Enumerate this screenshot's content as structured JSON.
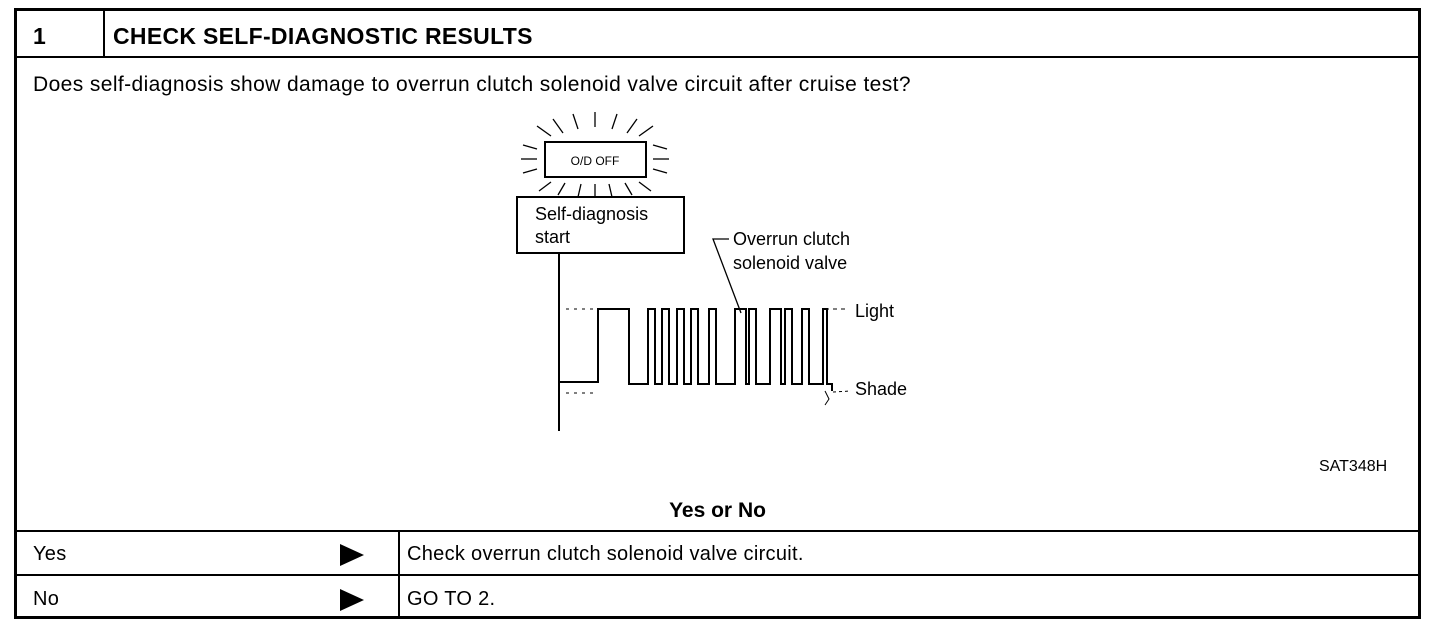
{
  "header": {
    "step_number": "1",
    "title": "CHECK SELF-DIAGNOSTIC RESULTS"
  },
  "question": "Does self-diagnosis show damage to overrun clutch solenoid valve circuit after cruise test?",
  "figure": {
    "indicator_label": "O/D OFF",
    "start_box_line1": "Self-diagnosis",
    "start_box_line2": "start",
    "callout_line1": "Overrun clutch",
    "callout_line2": "solenoid valve",
    "light_label": "Light",
    "shade_label": "Shade",
    "figure_code": "SAT348H"
  },
  "prompt": "Yes or No",
  "answers": [
    {
      "label": "Yes",
      "action": "Check overrun clutch solenoid valve circuit."
    },
    {
      "label": "No",
      "action": "GO TO 2."
    }
  ]
}
